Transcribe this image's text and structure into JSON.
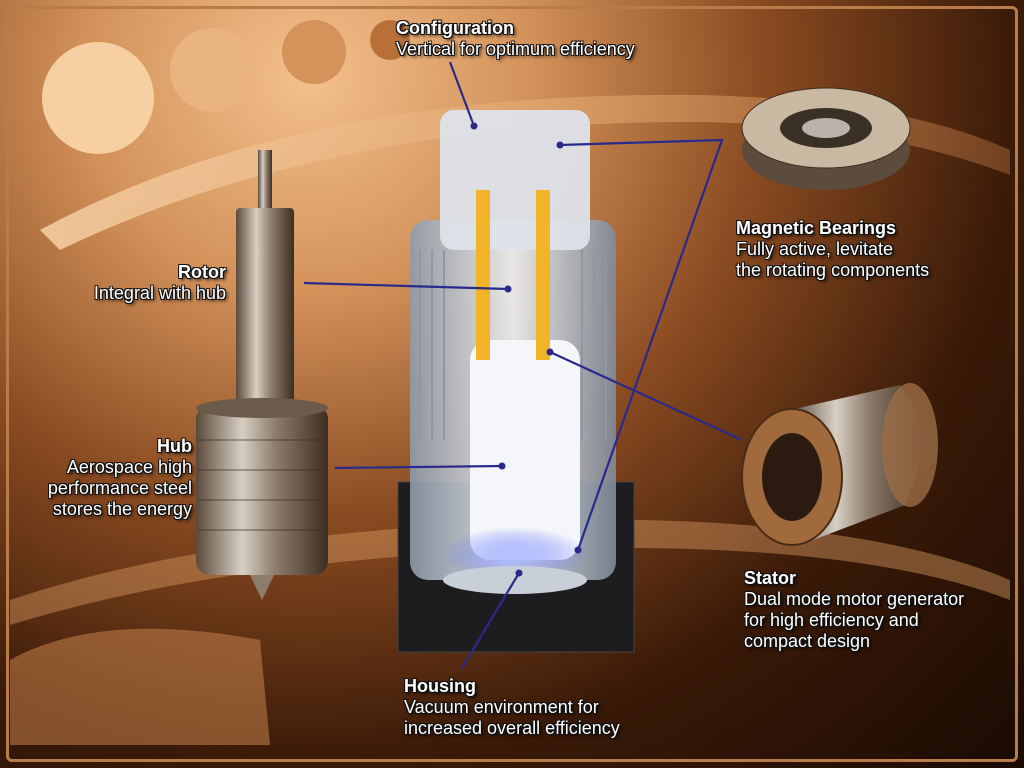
{
  "labels": {
    "configuration": {
      "title": "Configuration",
      "desc": [
        "Vertical for optimum efficiency"
      ]
    },
    "magnetic_bearings": {
      "title": "Magnetic Bearings",
      "desc": [
        "Fully active, levitate",
        "the rotating components"
      ]
    },
    "rotor": {
      "title": "Rotor",
      "desc": [
        "Integral with hub"
      ]
    },
    "hub": {
      "title": "Hub",
      "desc": [
        "Aerospace high",
        "performance steel",
        "stores the energy"
      ]
    },
    "stator": {
      "title": "Stator",
      "desc": [
        "Dual mode motor generator",
        "for high efficiency and",
        "compact design"
      ]
    },
    "housing": {
      "title": "Housing",
      "desc": [
        "Vacuum environment for",
        "increased overall efficiency"
      ]
    }
  },
  "colors": {
    "leader_line": "#2a2a8c",
    "background_dark": "#1a0a02",
    "background_light": "#f3c08c"
  }
}
